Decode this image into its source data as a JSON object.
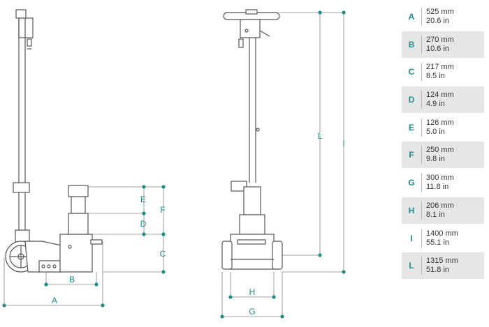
{
  "colors": {
    "accent": "#1f8a8a",
    "line": "#555555",
    "dimension_line": "#888888",
    "row_shade": "#e6e6e6"
  },
  "diagram_labels": {
    "side": [
      "A",
      "B",
      "C",
      "D",
      "E",
      "F"
    ],
    "front": [
      "G",
      "H",
      "L",
      "I"
    ]
  },
  "specs": [
    {
      "letter": "A",
      "mm": "525 mm",
      "in": "20.6 in"
    },
    {
      "letter": "B",
      "mm": "270 mm",
      "in": "10.6 in"
    },
    {
      "letter": "C",
      "mm": "217 mm",
      "in": "8.5 in"
    },
    {
      "letter": "D",
      "mm": "124 mm",
      "in": "4.9 in"
    },
    {
      "letter": "E",
      "mm": "126 mm",
      "in": "5.0 in"
    },
    {
      "letter": "F",
      "mm": "250 mm",
      "in": "9.8 in"
    },
    {
      "letter": "G",
      "mm": "300 mm",
      "in": "11.8 in"
    },
    {
      "letter": "H",
      "mm": "206 mm",
      "in": "8.1 in"
    },
    {
      "letter": "I",
      "mm": "1400 mm",
      "in": "55.1 in"
    },
    {
      "letter": "L",
      "mm": "1315 mm",
      "in": "51.8 in"
    }
  ]
}
